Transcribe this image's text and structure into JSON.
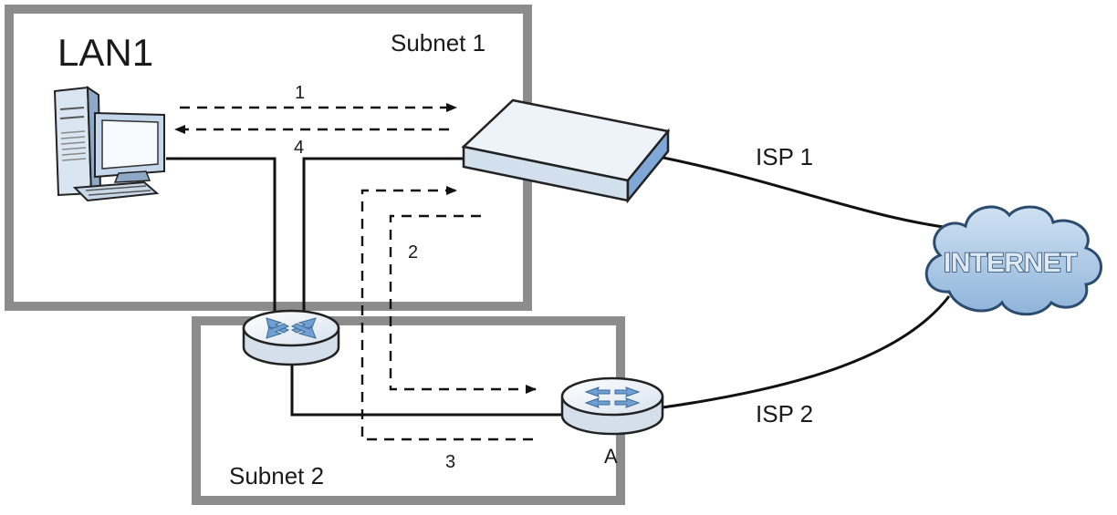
{
  "zones": {
    "lan": {
      "title": "LAN1"
    },
    "subnet1": {
      "label": "Subnet 1"
    },
    "subnet2": {
      "label": "Subnet 2"
    }
  },
  "links": {
    "isp1": {
      "label": "ISP 1"
    },
    "isp2": {
      "label": "ISP 2"
    }
  },
  "cloud": {
    "label": "INTERNET"
  },
  "router_a": {
    "label": "A"
  },
  "steps": [
    "1",
    "2",
    "3",
    "4"
  ],
  "colors": {
    "zone_border": "#8c8c8c",
    "device_fill": "#eaf1f8",
    "device_side": "#7fa8d9",
    "cloud_fill": "#a8c8e6",
    "cloud_stroke": "#2b4c6e"
  }
}
